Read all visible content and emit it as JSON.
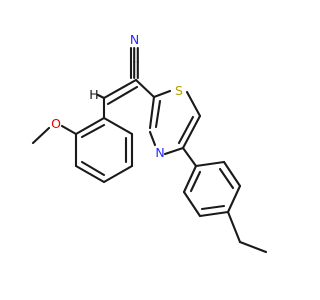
{
  "molecule": {
    "atoms": [
      {
        "id": "N_nitrile",
        "text": "N",
        "color": "#2b2bff"
      },
      {
        "id": "S_thiazole",
        "text": "S",
        "color": "#b3a100"
      },
      {
        "id": "N_thiazole",
        "text": "N",
        "color": "#2b2bff"
      },
      {
        "id": "O_methoxy",
        "text": "O",
        "color": "#e00000"
      },
      {
        "id": "H_vinyl",
        "text": "H",
        "color": "#1a1a1a"
      }
    ],
    "bond_color": "#1a1a1a"
  }
}
